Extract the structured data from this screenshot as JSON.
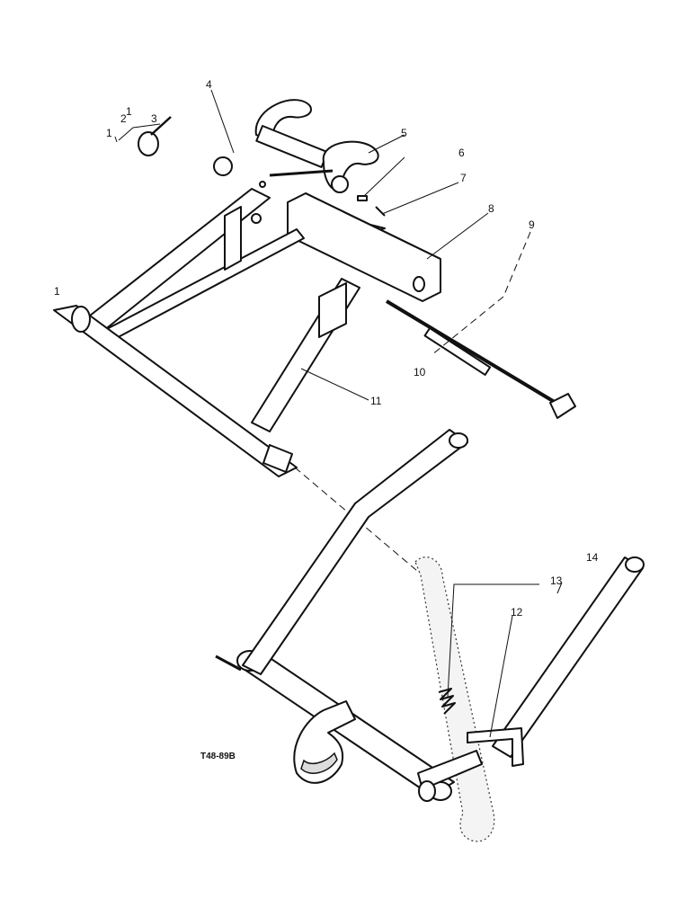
{
  "callouts": {
    "c1a": "1",
    "c2": "2",
    "c3": "3",
    "c1b": "1",
    "c4": "4",
    "c5": "5",
    "c6": "6",
    "c7": "7",
    "c8": "8",
    "c9": "9",
    "c10": "10",
    "c11": "11",
    "c1c": "1",
    "c12": "12",
    "c13": "13",
    "c14": "14"
  },
  "reference_code": "T48-89B",
  "colors": {
    "ink": "#111111",
    "paper": "#ffffff",
    "shade": "#dcdcdc"
  }
}
